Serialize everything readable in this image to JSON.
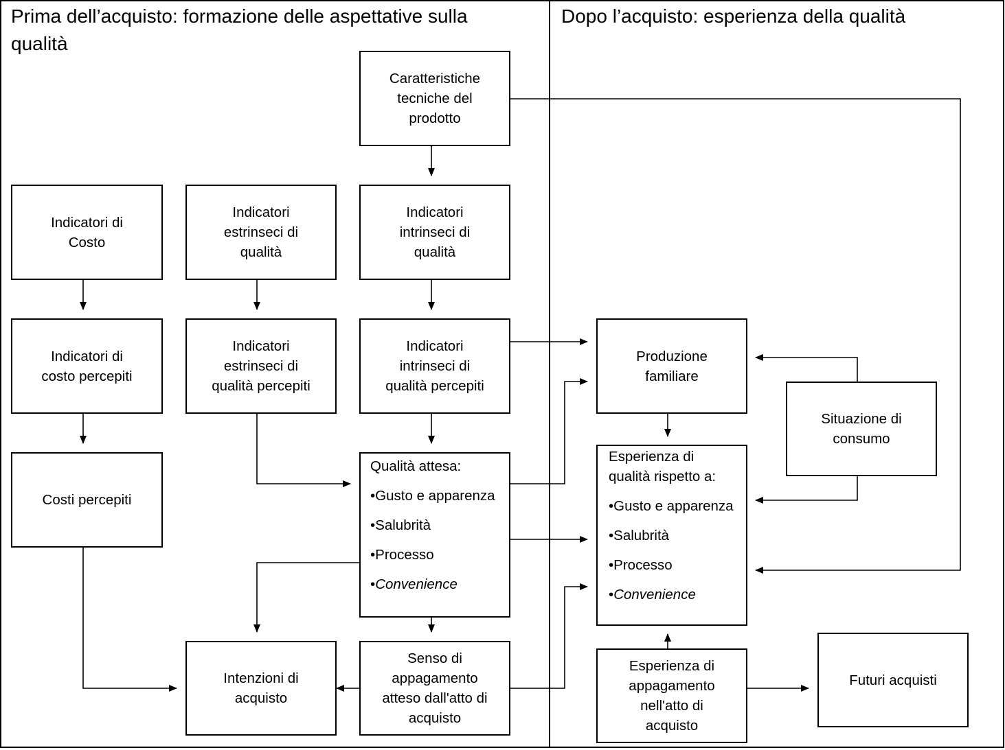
{
  "headings": {
    "before": "Prima dell’acquisto: formazione delle aspettative sulla qualità",
    "after": "Dopo l’acquisto: esperienza della qualità"
  },
  "nodes": {
    "caratteristiche": [
      "Caratteristiche",
      "tecniche del",
      "prodotto"
    ],
    "ind_costo": [
      "Indicatori di",
      "Costo"
    ],
    "ind_estr": [
      "Indicatori",
      "estrinseci di",
      "qualità"
    ],
    "ind_intr": [
      "Indicatori",
      "intrinseci di",
      "qualità"
    ],
    "costo_perc": [
      "Indicatori di",
      "costo percepiti"
    ],
    "estr_perc": [
      "Indicatori",
      "estrinseci di",
      "qualità percepiti"
    ],
    "intr_perc": [
      "Indicatori",
      "intrinseci di",
      "qualità percepiti"
    ],
    "costi_perc": [
      "Costi percepiti"
    ],
    "intenzioni": [
      "Intenzioni di",
      "acquisto"
    ],
    "senso": [
      "Senso di",
      "appagamento",
      "atteso dall'atto di",
      "acquisto"
    ],
    "produzione": [
      "Produzione",
      "familiare"
    ],
    "situazione": [
      "Situazione di",
      "consumo"
    ],
    "esp_appag": [
      "Esperienza di",
      "appagamento",
      "nell'atto di",
      "acquisto"
    ],
    "futuri": [
      "Futuri acquisti"
    ]
  },
  "qualita_attesa": {
    "title": "Qualità attesa:",
    "bullets": [
      "•Gusto e apparenza",
      "•Salubrità",
      "•Processo"
    ],
    "convenience_bullet": "•",
    "convenience": "Convenience"
  },
  "esperienza": {
    "title": "Esperienza di qualità rispetto a:",
    "bullets": [
      "•Gusto e apparenza",
      "•Salubrità",
      "•Processo"
    ],
    "convenience_bullet": "•",
    "convenience": "Convenience"
  }
}
